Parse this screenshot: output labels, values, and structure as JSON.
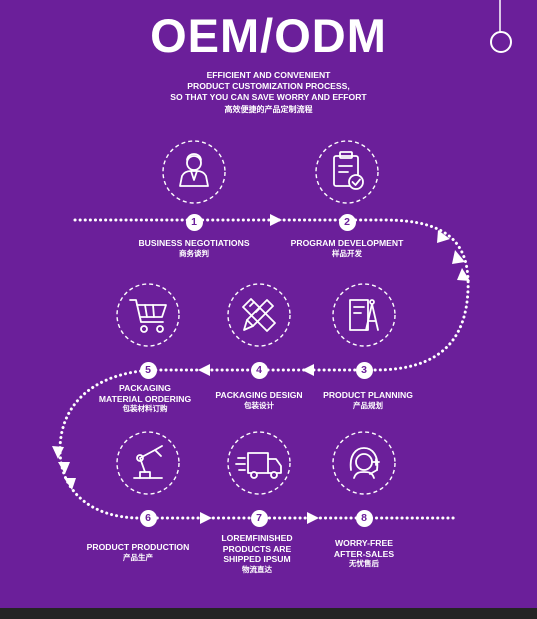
{
  "title": "OEM/ODM",
  "subtitle": {
    "line1": "EFFICIENT AND CONVENIENT",
    "line2": "PRODUCT CUSTOMIZATION PROCESS,",
    "line3": "SO THAT YOU CAN SAVE WORRY AND EFFORT",
    "cn": "高效便捷的产品定制流程"
  },
  "steps": [
    {
      "num": "1",
      "label": "BUSINESS NEGOTIATIONS",
      "cn": "商务谈判",
      "icon": "person-icon"
    },
    {
      "num": "2",
      "label": "PROGRAM DEVELOPMENT",
      "cn": "样品开发",
      "icon": "clipboard-check-icon"
    },
    {
      "num": "3",
      "label": "PRODUCT PLANNING",
      "cn": "产品规划",
      "icon": "document-compass-icon"
    },
    {
      "num": "4",
      "label": "PACKAGING DESIGN",
      "cn": "包装设计",
      "icon": "pencil-ruler-icon"
    },
    {
      "num": "5",
      "label_lines": [
        "PACKAGING",
        "MATERIAL ORDERING"
      ],
      "cn": "包装材料订购",
      "icon": "shopping-cart-icon"
    },
    {
      "num": "6",
      "label": "PRODUCT PRODUCTION",
      "cn": "产品生产",
      "icon": "robot-arm-icon"
    },
    {
      "num": "7",
      "label_lines": [
        "LOREMFINISHED",
        "PRODUCTS ARE",
        "SHIPPED IPSUM"
      ],
      "cn": "物流直达",
      "icon": "delivery-truck-icon"
    },
    {
      "num": "8",
      "label_lines": [
        "WORRY-FREE",
        "AFTER-SALES"
      ],
      "cn": "无忧售后",
      "icon": "headset-support-icon"
    }
  ],
  "colors": {
    "background": "#6b1f9a",
    "foreground": "#ffffff"
  }
}
